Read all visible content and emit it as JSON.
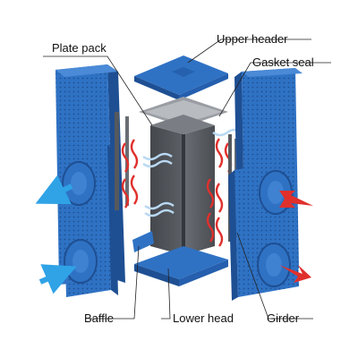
{
  "labels": {
    "plate_pack": "Plate pack",
    "upper_header": "Upper header",
    "gasket_seal": "Gasket seal",
    "baffle": "Baffle",
    "lower_head": "Lower head",
    "girder": "Girder"
  },
  "colors": {
    "panel_blue": "#2f72c4",
    "panel_dark": "#1e4f93",
    "core_gray": "#505358",
    "hot_red": "#e0302c",
    "cold_blue": "#2fa3e6",
    "leader": "#222222"
  },
  "flows": {
    "inlets": [
      "cold-inlet-bottom-left",
      "hot-inlet-right"
    ],
    "outlets": [
      "cold-outlet-left",
      "hot-outlet-bottom-right"
    ]
  }
}
